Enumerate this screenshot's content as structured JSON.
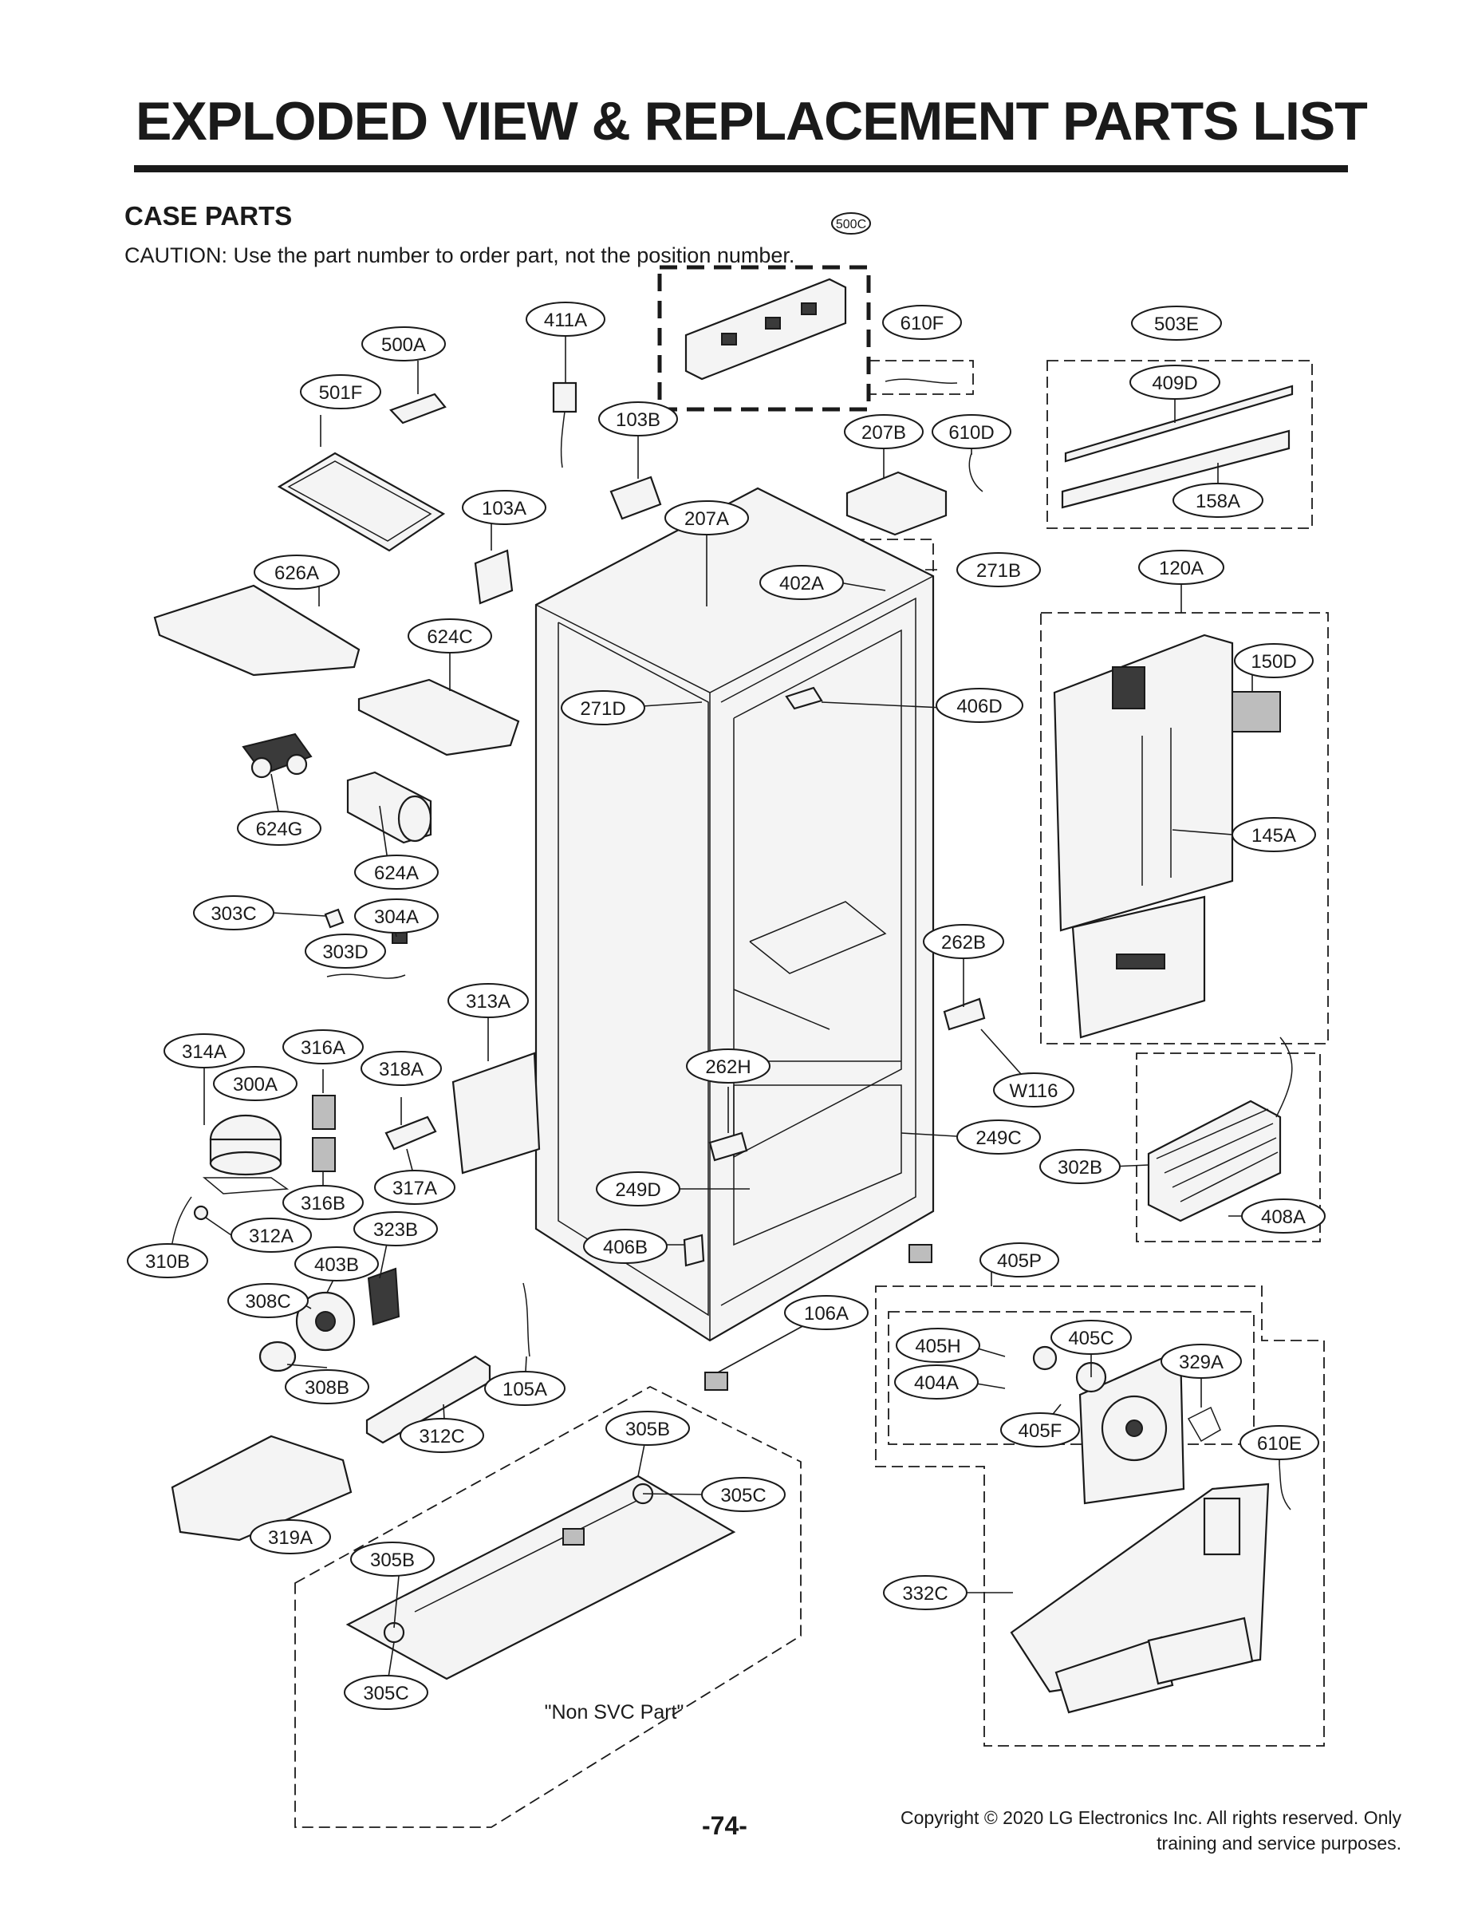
{
  "header": {
    "title": "EXPLODED VIEW & REPLACEMENT PARTS LIST",
    "section": "CASE PARTS",
    "caution": "CAUTION: Use the part number to order part, not the position number."
  },
  "diagram": {
    "callouts": [
      "500C",
      "411A",
      "610F",
      "503E",
      "500A",
      "409D",
      "501F",
      "103B",
      "207B",
      "610D",
      "103A",
      "158A",
      "207A",
      "626A",
      "402A",
      "271B",
      "120A",
      "624C",
      "150D",
      "271D",
      "406D",
      "624G",
      "145A",
      "624A",
      "303C",
      "304A",
      "303D",
      "262B",
      "313A",
      "314A",
      "316A",
      "318A",
      "262H",
      "300A",
      "W116",
      "249C",
      "302B",
      "316B",
      "317A",
      "249D",
      "312A",
      "323B",
      "408A",
      "406B",
      "310B",
      "403B",
      "405P",
      "308C",
      "106A",
      "405C",
      "405H",
      "329A",
      "404A",
      "308B",
      "105A",
      "405F",
      "610E",
      "312C",
      "305B",
      "305C",
      "319A",
      "305B",
      "332C",
      "305C"
    ],
    "note": "\"Non SVC Part\""
  },
  "footer": {
    "page_number": "-74-",
    "copyright_line1": "Copyright © 2020 LG Electronics Inc. All rights reserved. Only",
    "copyright_line2": "training and service purposes."
  }
}
